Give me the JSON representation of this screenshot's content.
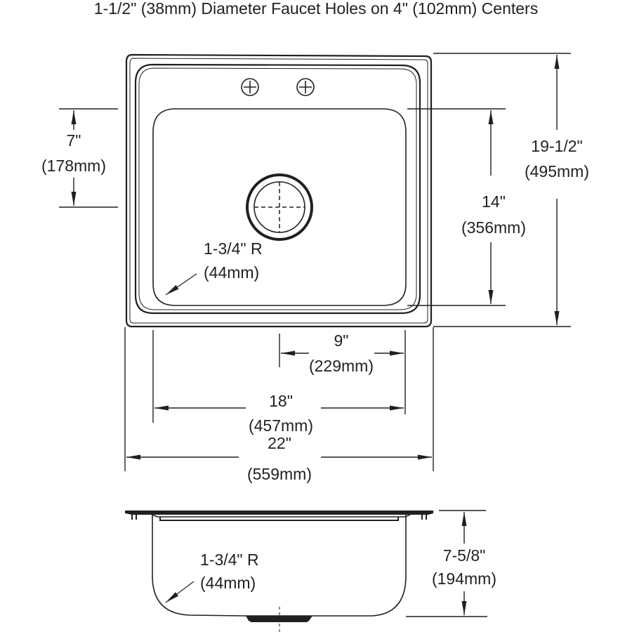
{
  "title": "1-1/2\" (38mm) Diameter Faucet Holes on 4\" (102mm) Centers",
  "colors": {
    "line": "#231f20",
    "background": "#ffffff"
  },
  "top_view": {
    "faucet_holes": {
      "count": 2,
      "icon": "circle-plus-icon"
    },
    "drain": {
      "icon": "drain-crosshair-icon"
    },
    "dimensions": {
      "bowl_front_to_back_offset": {
        "imperial": "7\"",
        "metric": "(178mm)"
      },
      "overall_front_to_back": {
        "imperial": "19-1/2\"",
        "metric": "(495mm)"
      },
      "bowl_front_to_back": {
        "imperial": "14\"",
        "metric": "(356mm)"
      },
      "drain_to_bowl_edge": {
        "imperial": "9\"",
        "metric": "(229mm)"
      },
      "bowl_left_to_right": {
        "imperial": "18\"",
        "metric": "(457mm)"
      },
      "overall_left_to_right": {
        "imperial": "22\"",
        "metric": "(559mm)"
      },
      "corner_radius": {
        "imperial": "1-3/4\" R",
        "metric": "(44mm)"
      }
    }
  },
  "side_view": {
    "dimensions": {
      "corner_radius": {
        "imperial": "1-3/4\" R",
        "metric": "(44mm)"
      },
      "depth": {
        "imperial": "7-5/8\"",
        "metric": "(194mm)"
      }
    }
  }
}
